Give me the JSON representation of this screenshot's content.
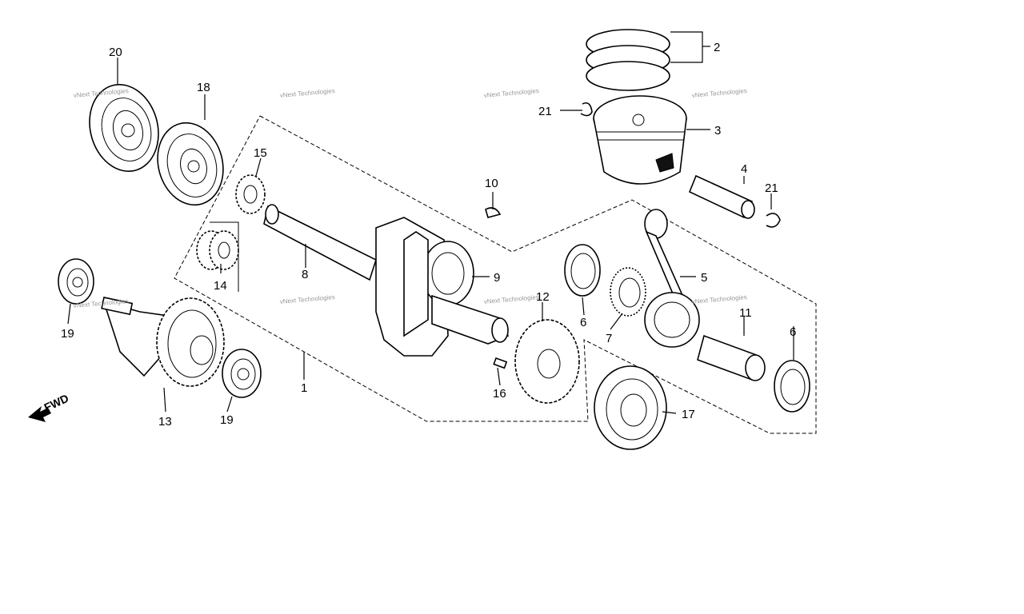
{
  "diagram": {
    "callouts": [
      "1",
      "2",
      "3",
      "4",
      "5",
      "6",
      "6",
      "7",
      "8",
      "9",
      "10",
      "11",
      "12",
      "13",
      "14",
      "15",
      "16",
      "17",
      "18",
      "19",
      "19",
      "20",
      "21",
      "21"
    ],
    "fwd_label": "FWD",
    "watermark": "vNext Technologies"
  }
}
